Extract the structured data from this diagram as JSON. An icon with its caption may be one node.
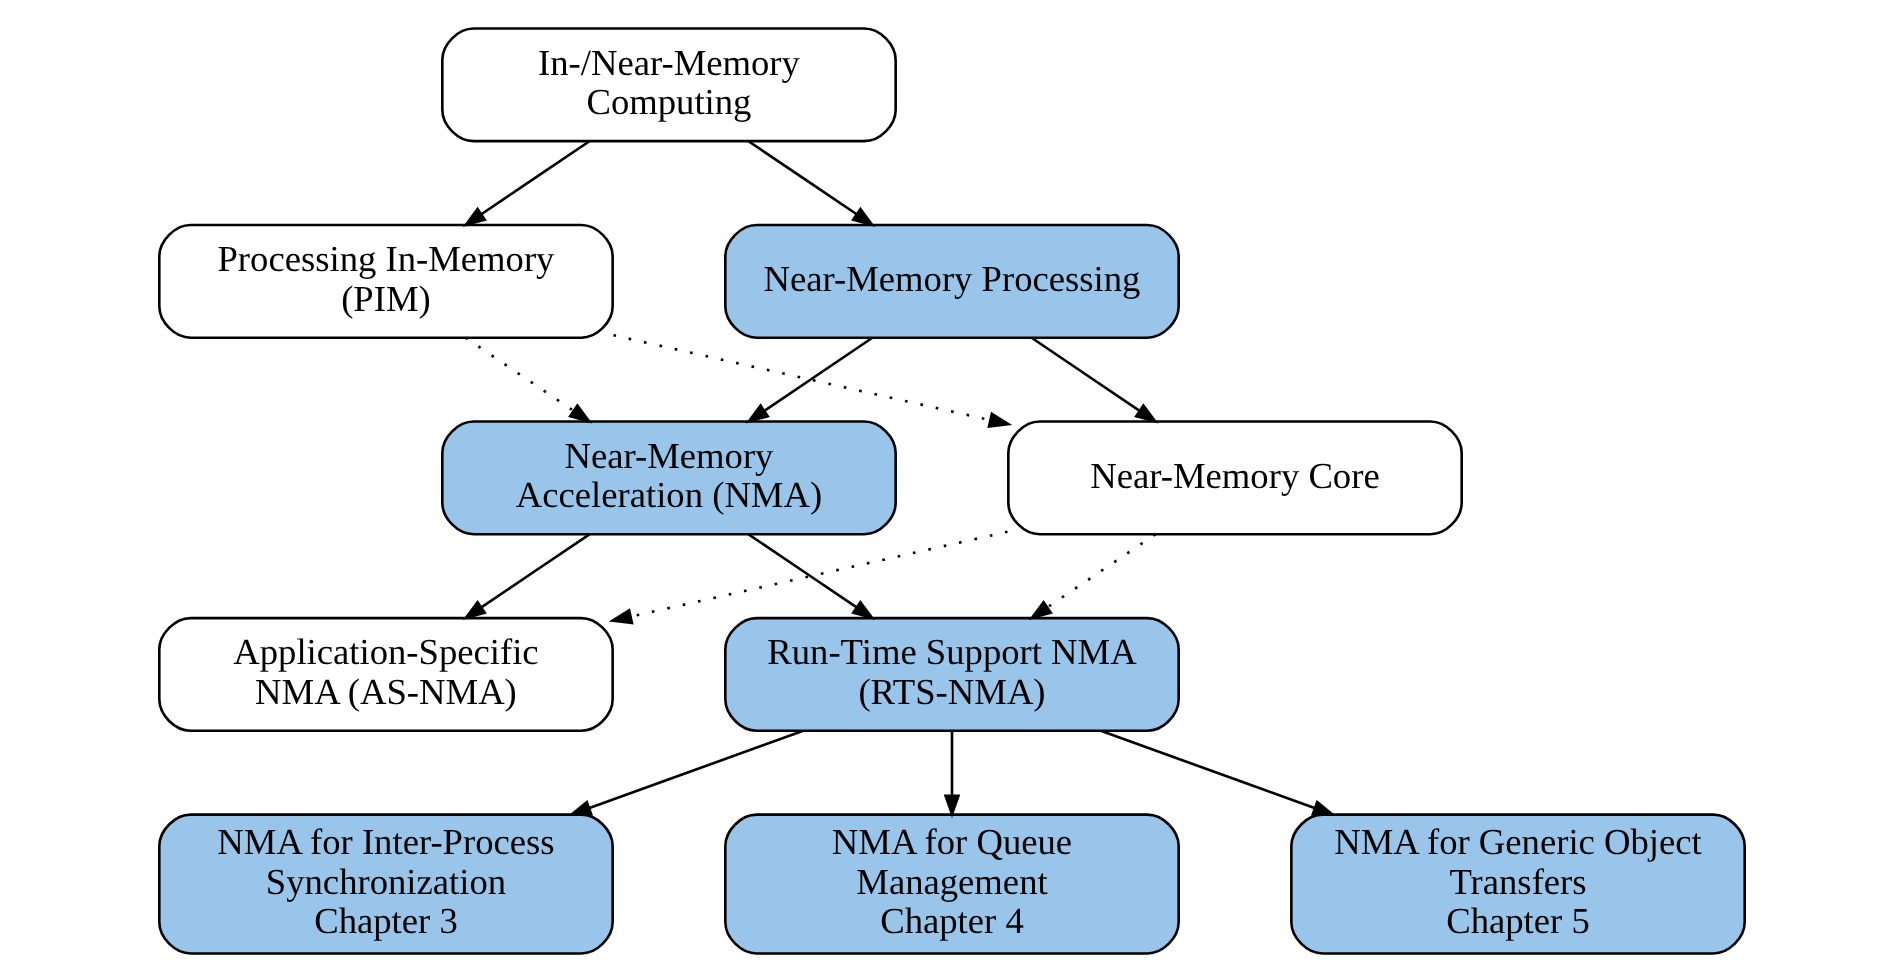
{
  "diagram": {
    "nodes": [
      {
        "text": [
          "In-/Near-Memory Computing"
        ]
      },
      {
        "text": [
          "Processing In-Memory (PIM)"
        ]
      },
      {
        "text": [
          "Near-Memory Processing"
        ]
      },
      {
        "text": [
          "Near-Memory Acceleration (NMA)"
        ]
      },
      {
        "text": [
          "Near-Memory Core"
        ]
      },
      {
        "text": [
          "Application-Specific NMA (AS-NMA)"
        ]
      },
      {
        "text": [
          "Run-Time Support NMA (RTS-NMA)"
        ]
      },
      {
        "text": [
          "NMA for Inter-Process Synchronization",
          "Chapter 3"
        ]
      },
      {
        "text": [
          "NMA for Queue Management",
          "Chapter 4"
        ]
      },
      {
        "text": [
          "NMA for Generic Object Transfers",
          "Chapter 5"
        ]
      }
    ],
    "edges": [
      {
        "from": 0,
        "to": 1,
        "arrow": "to"
      },
      {
        "from": 0,
        "to": 2,
        "arrow": "to"
      },
      {
        "from": 1,
        "to": 3,
        "arrow": "to",
        "style": "dashed"
      },
      {
        "from": 1,
        "to": 4,
        "arrow": "to",
        "style": "dashed"
      },
      {
        "from": 2,
        "to": 3,
        "arrow": "to"
      },
      {
        "from": 2,
        "to": 4,
        "arrow": "to"
      },
      {
        "from": 3,
        "to": 5,
        "arrow": "to"
      },
      {
        "from": 3,
        "to": 6,
        "arrow": "to"
      },
      {
        "from": 4,
        "to": 5,
        "arrow": "to",
        "style": "dashed"
      },
      {
        "from": 4,
        "to": 6,
        "arrow": "to",
        "style": "dashed"
      },
      {
        "from": 6,
        "to": 7,
        "arrow": "to"
      },
      {
        "from": 6,
        "to": 8,
        "arrow": "to"
      },
      {
        "from": 6,
        "to": 9,
        "arrow": "to"
      }
    ]
  }
}
